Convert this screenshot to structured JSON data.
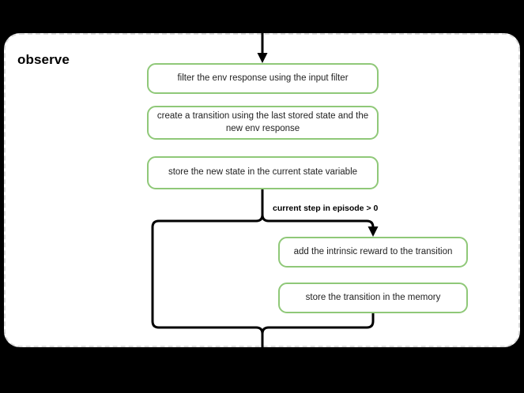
{
  "diagram": {
    "type": "flowchart",
    "background_color": "#000000",
    "scope": {
      "title": "observe",
      "border_style": "dashed",
      "border_color": "#dcdcdc",
      "fill_color": "#ffffff"
    },
    "node_style": {
      "border_color": "#8fc878",
      "fill_color": "#ffffff",
      "text_color": "#222222"
    },
    "connector_color": "#000000",
    "nodes": [
      {
        "id": "filter",
        "label": "filter the env response using the input filter"
      },
      {
        "id": "create",
        "label": "create a transition using the last stored state and the new env response"
      },
      {
        "id": "store_state",
        "label": "store the new state in the current state variable"
      },
      {
        "id": "intrinsic",
        "label": "add the intrinsic reward to the transition"
      },
      {
        "id": "store_mem",
        "label": "store the transition in the memory"
      }
    ],
    "edges": [
      {
        "id": "entry",
        "from": "external",
        "to": "filter",
        "label": ""
      },
      {
        "id": "branch_true",
        "from": "store_state",
        "to": "intrinsic",
        "label": "current step in episode > 0"
      },
      {
        "id": "branch_false",
        "from": "store_state",
        "to": "exit",
        "label": ""
      },
      {
        "id": "exit",
        "from": "merge",
        "to": "external",
        "label": ""
      }
    ],
    "branch_label": "current step in episode > 0"
  }
}
